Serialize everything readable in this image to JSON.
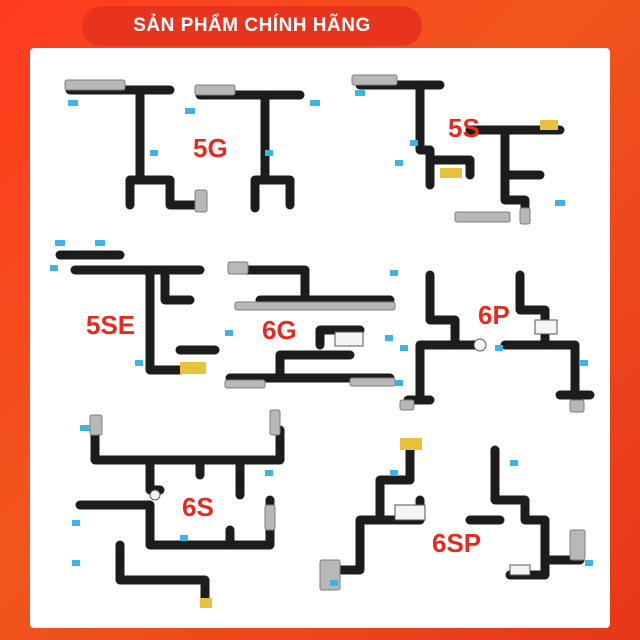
{
  "banner": {
    "text": "SẢN PHẨM CHÍNH HÃNG"
  },
  "labels": {
    "m5g": "5G",
    "m5s": "5S",
    "m5se": "5SE",
    "m6g": "6G",
    "m6p": "6P",
    "m6s": "6S",
    "m6sp": "6SP"
  },
  "colors": {
    "background": "#f0561c",
    "banner": "#e8341c",
    "label": "#e82a1e",
    "cable": "#1c1c1c",
    "tab": "#39b5e6",
    "metal": "#b8b8b8"
  }
}
